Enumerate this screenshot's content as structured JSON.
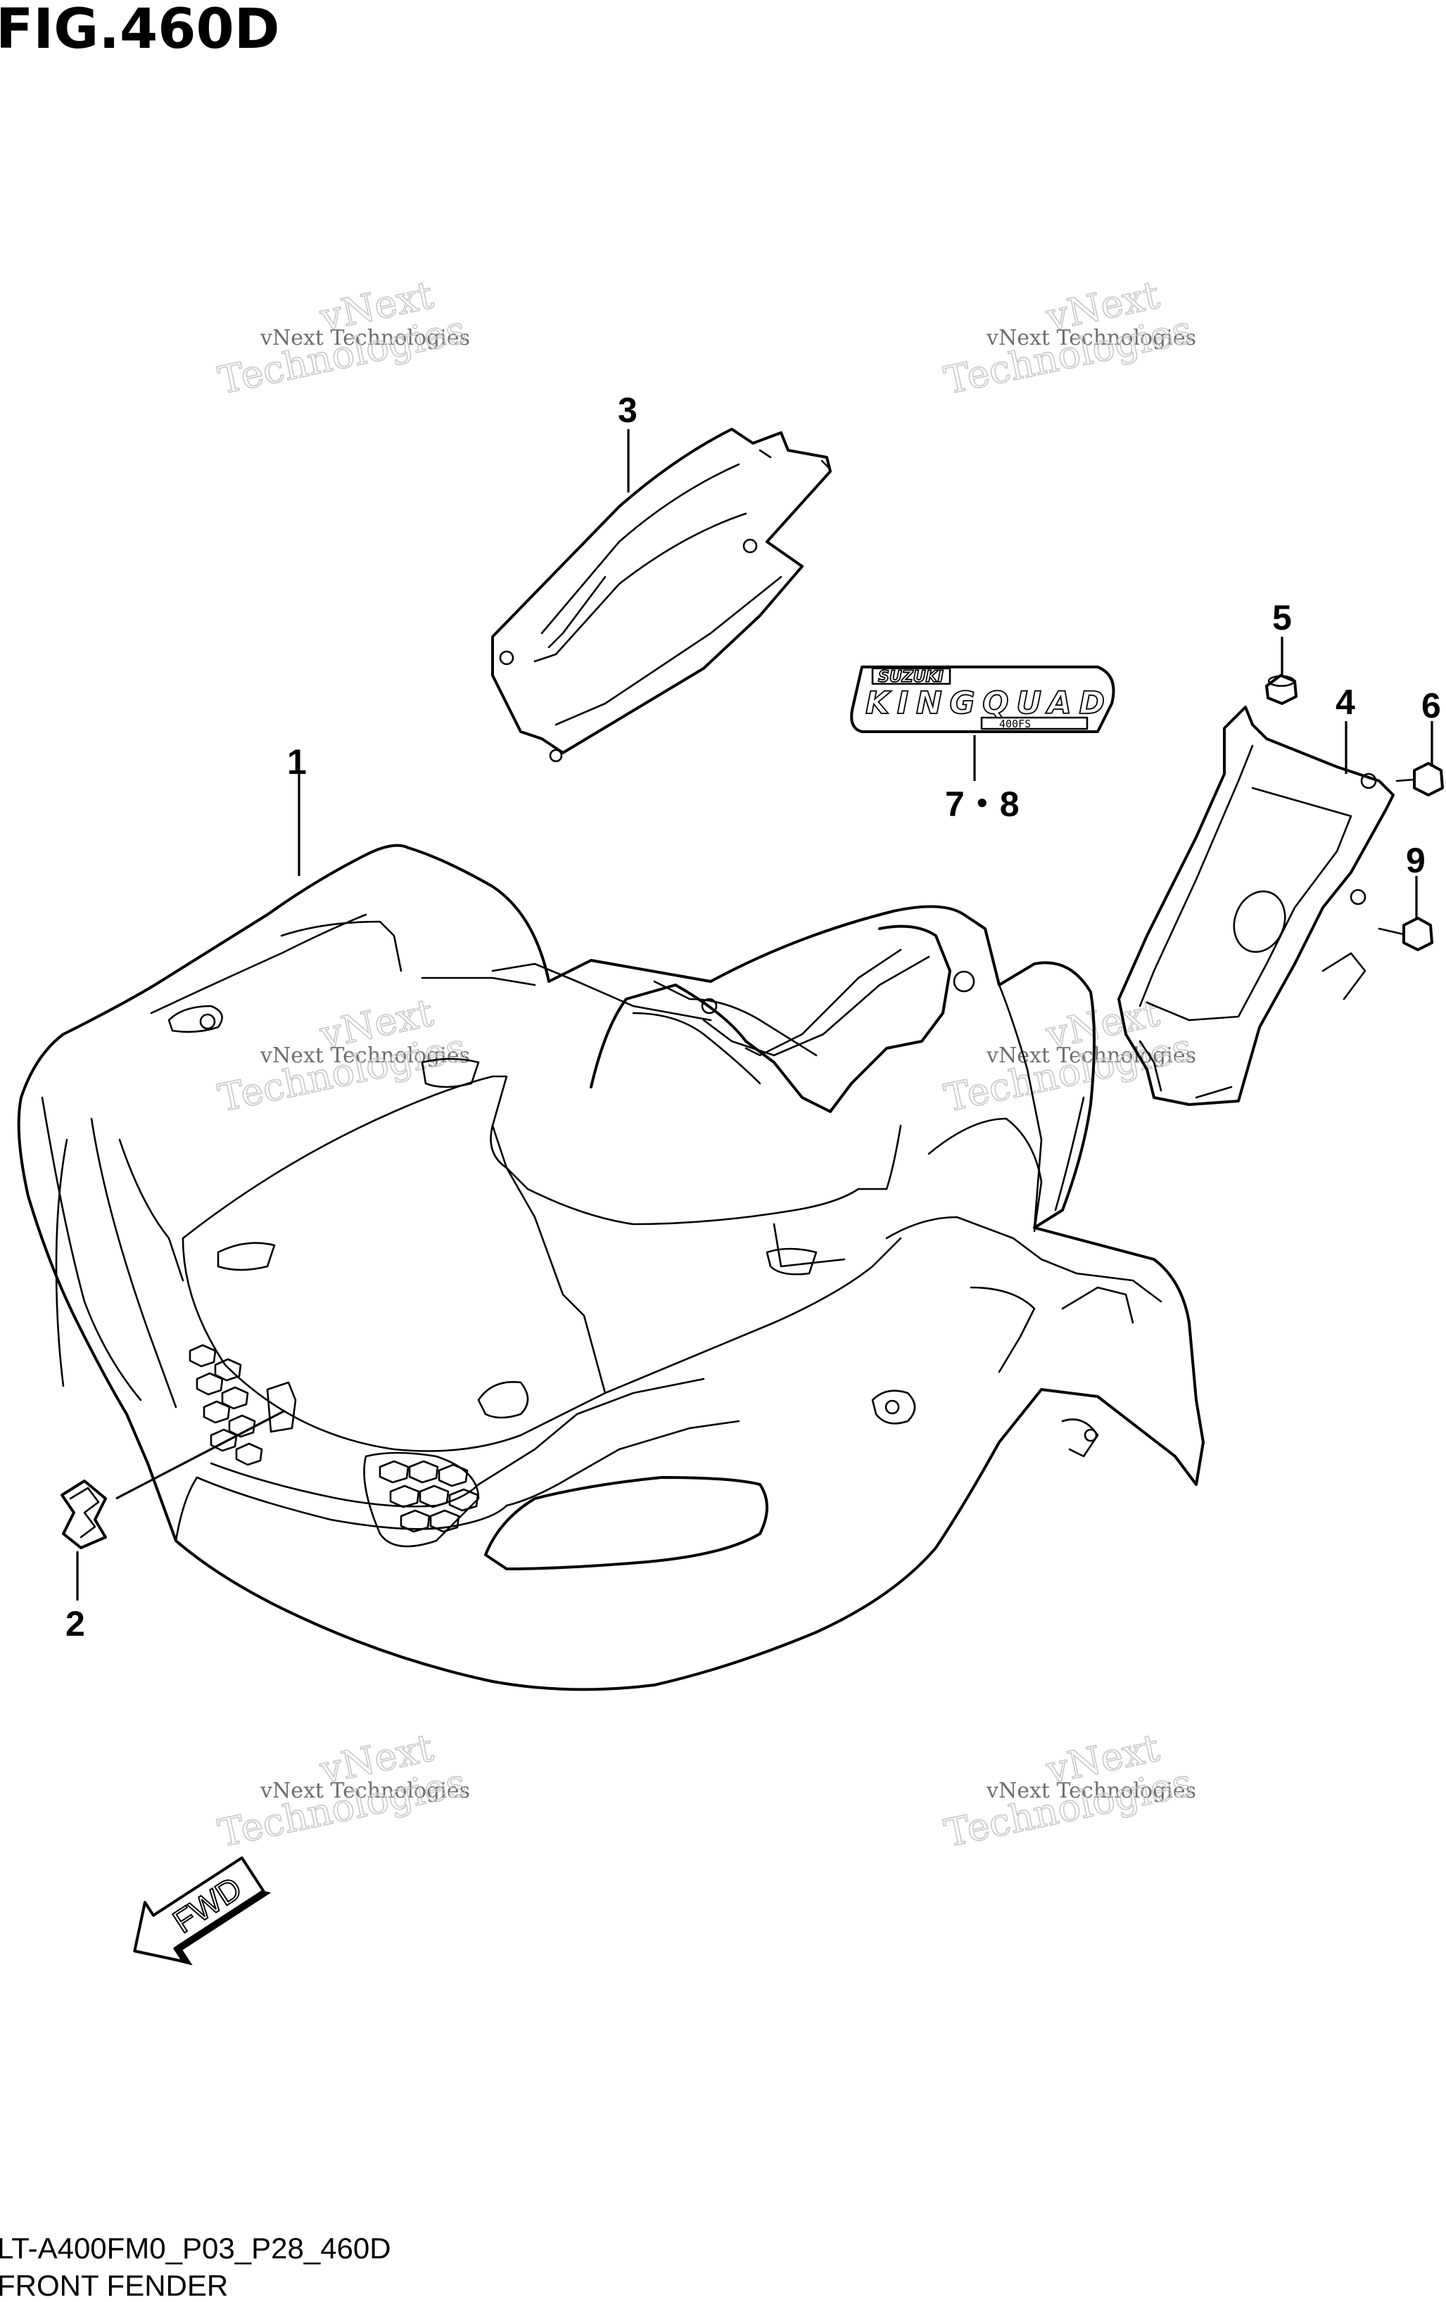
{
  "figure": {
    "title": "FIG.460D",
    "code": "LT-A400FM0_P03_P28_460D",
    "name": "FRONT FENDER"
  },
  "callouts": [
    {
      "id": "1",
      "label": "1"
    },
    {
      "id": "2",
      "label": "2"
    },
    {
      "id": "3",
      "label": "3"
    },
    {
      "id": "4",
      "label": "4"
    },
    {
      "id": "5",
      "label": "5"
    },
    {
      "id": "6",
      "label": "6"
    },
    {
      "id": "78",
      "label": "7・8"
    },
    {
      "id": "9",
      "label": "9"
    }
  ],
  "emblem": {
    "brand": "SUZUKI",
    "model": "KINGQUAD",
    "sub": "400FS"
  },
  "direction_arrow": {
    "label": "FWD"
  },
  "watermark": {
    "line1": "vNext Technologies",
    "line2": "vNext",
    "line3": "Technologies"
  }
}
